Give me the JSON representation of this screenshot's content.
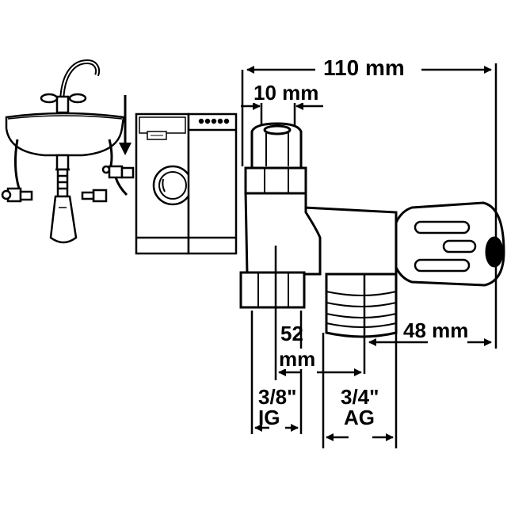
{
  "dimensions": {
    "overall_width": "110 mm",
    "outlet_diameter": "10 mm",
    "center_distance_value": "52",
    "center_distance_unit": "mm",
    "knob_offset": "48 mm",
    "inlet_thread_size": "3/8\"",
    "inlet_thread_type": "IG",
    "outlet_thread_size": "3/4\"",
    "outlet_thread_type": "AG"
  },
  "icons": {
    "sink": "sink-icon",
    "appliance": "washing-machine-icon",
    "valve": "angle-valve-icon"
  },
  "colors": {
    "line": "#000000",
    "background": "#ffffff"
  }
}
